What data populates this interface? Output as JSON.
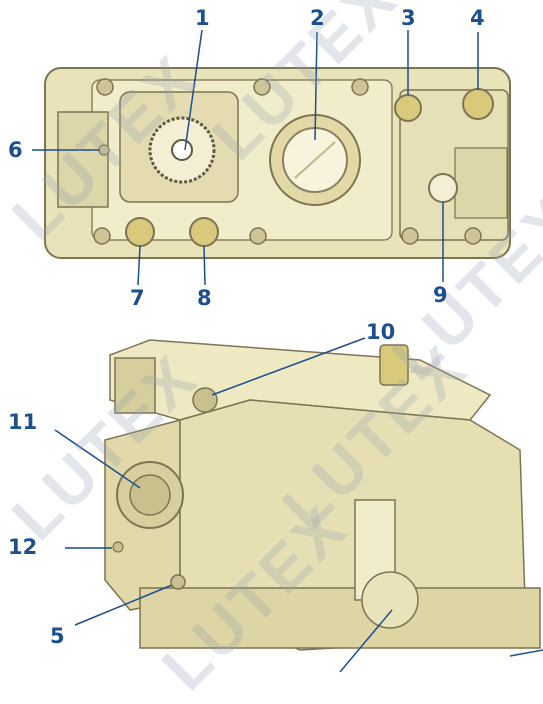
{
  "callouts": {
    "c1": "1",
    "c2": "2",
    "c3": "3",
    "c4": "4",
    "c5": "5",
    "c6": "6",
    "c7": "7",
    "c8": "8",
    "c9": "9",
    "c10": "10",
    "c11": "11",
    "c12": "12"
  },
  "watermark": "LUTEX",
  "colors": {
    "callout_text": "#1b4f8f",
    "valve_body": "#e9e3ba",
    "valve_shadow": "#c9c08e",
    "valve_outline": "#7d7452",
    "brass": "#d9c97b"
  }
}
